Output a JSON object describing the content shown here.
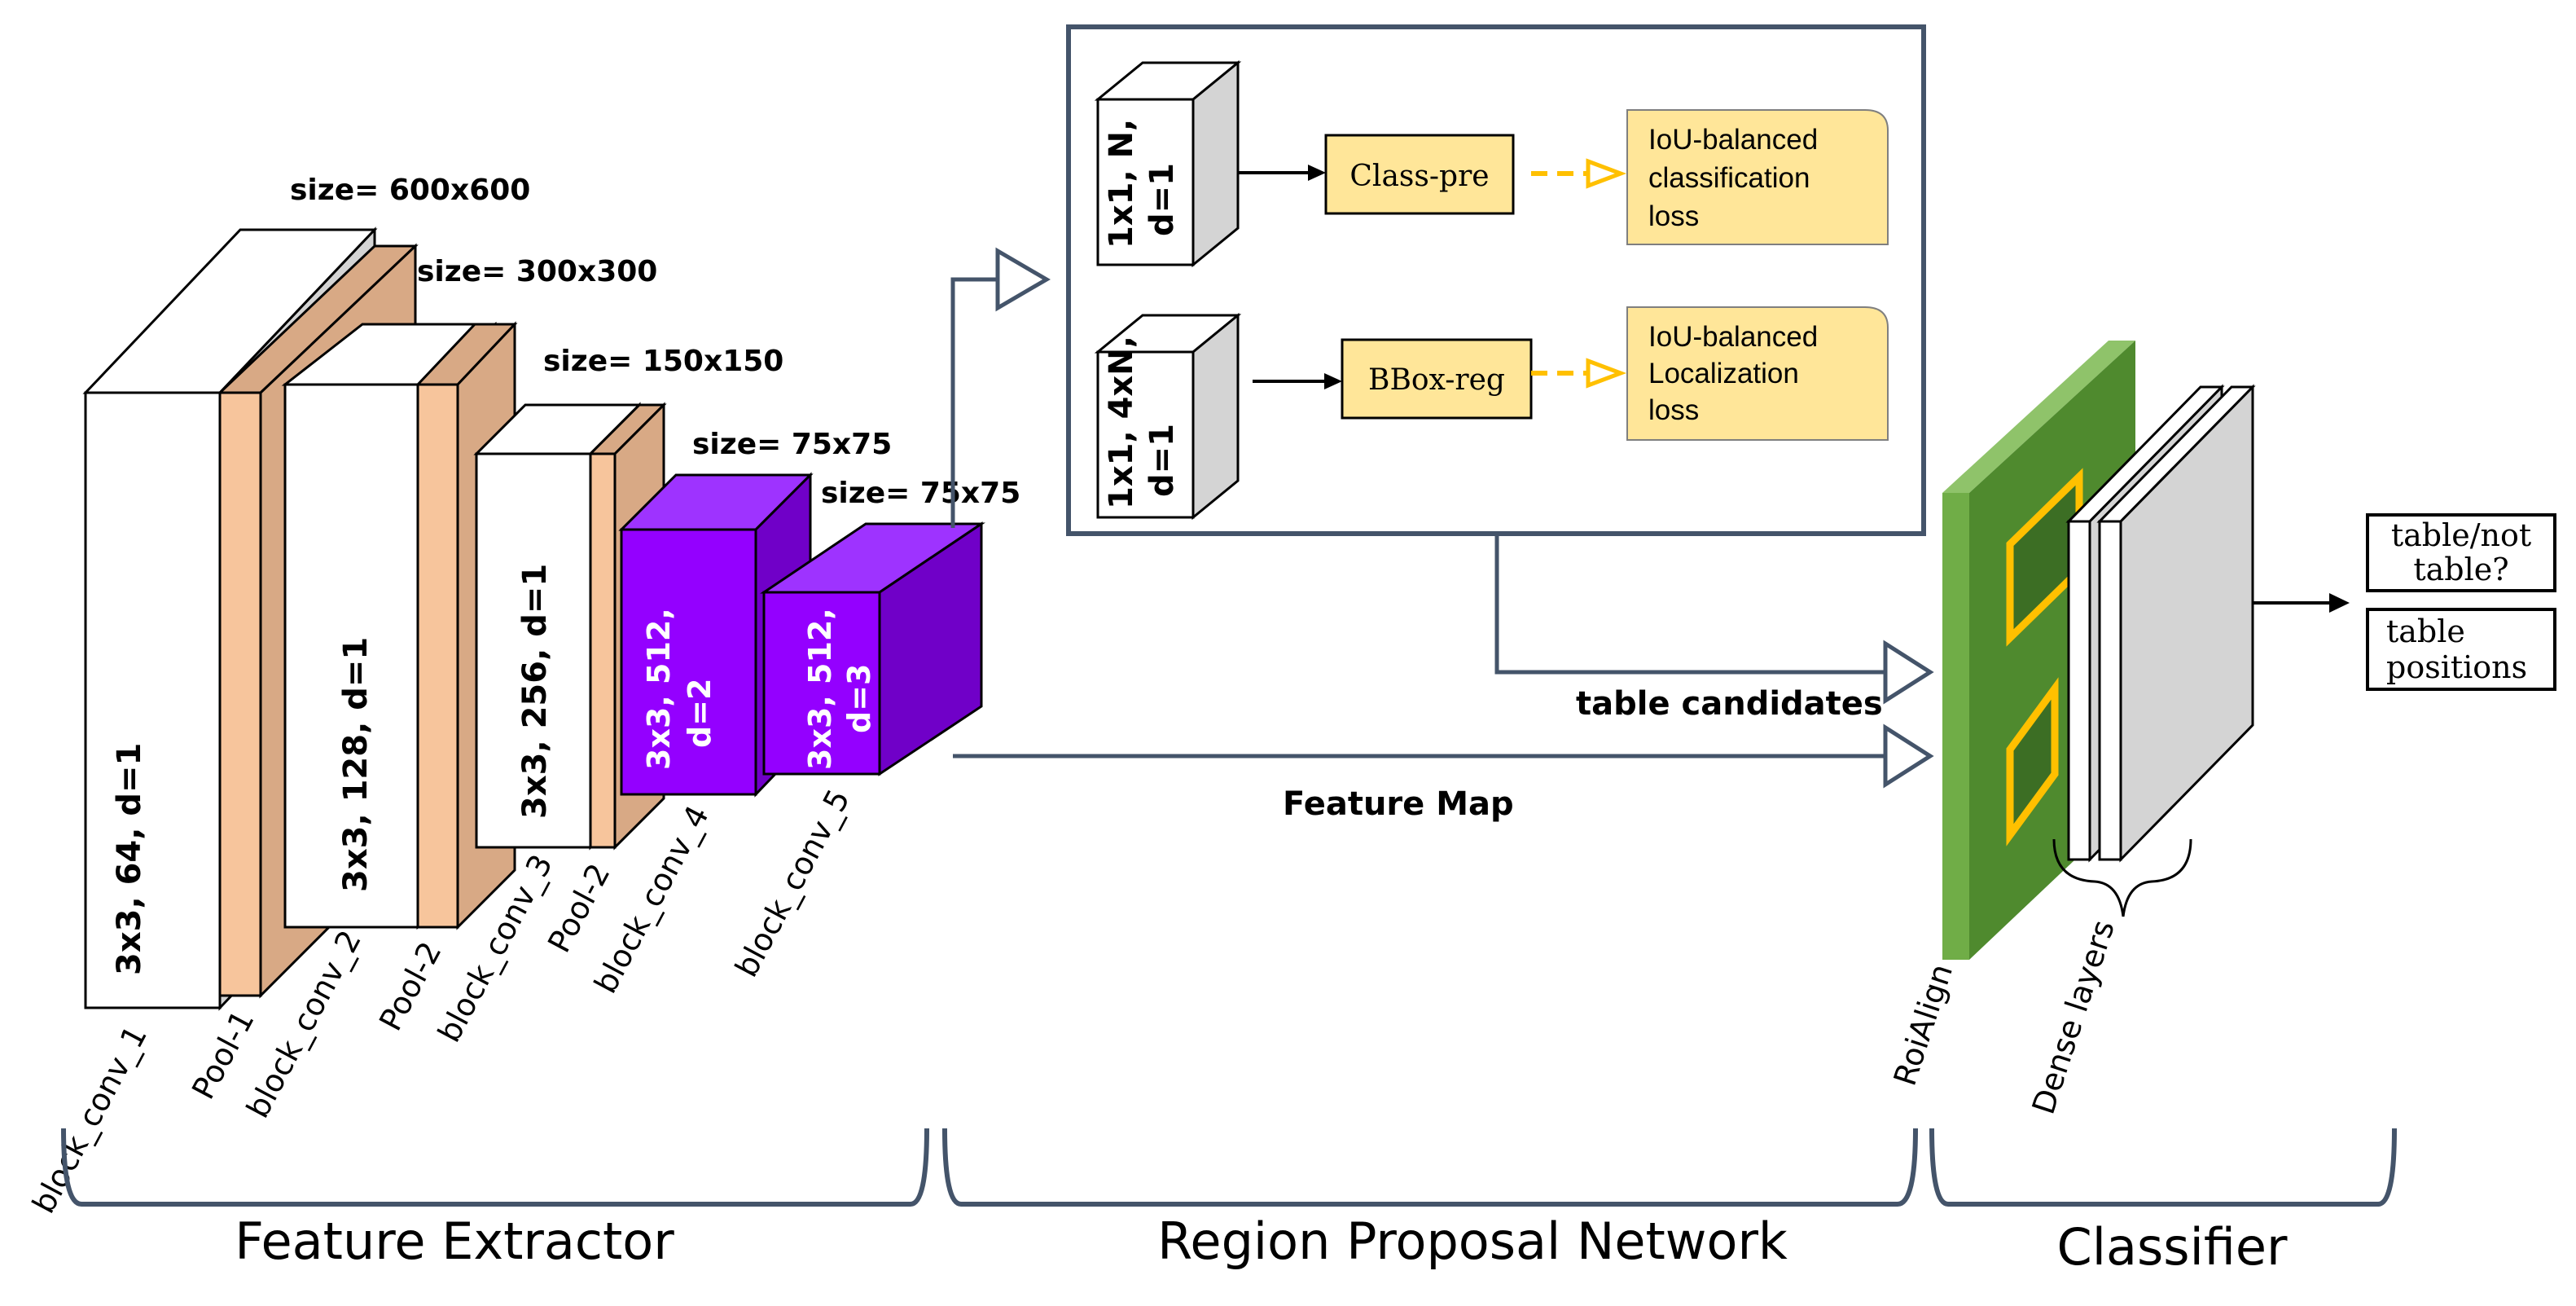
{
  "sections": {
    "feature_extractor": "Feature Extractor",
    "rpn": "Region Proposal Network",
    "classifier": "Classifier"
  },
  "sizes": {
    "s600": "size= 600x600",
    "s300": "size= 300x300",
    "s150": "size= 150x150",
    "s75a": "size= 75x75",
    "s75b": "size= 75x75"
  },
  "layers": {
    "conv1_text": "3x3, 64, d=1",
    "conv2_text": "3x3, 128, d=1",
    "conv3_text": "3x3, 256, d=1",
    "conv4_line1": "3x3, 512,",
    "conv4_line2": "d=2",
    "conv5_line1": "3x3, 512,",
    "conv5_line2": "d=3"
  },
  "layer_names": {
    "block_conv_1": "block_conv_1",
    "pool_1": "Pool-1",
    "block_conv_2": "block_conv_2",
    "pool_2a": "Pool-2",
    "block_conv_3": "block_conv_3",
    "pool_2b": "Pool-2",
    "block_conv_4": "block_conv_4",
    "block_conv_5": "block_conv_5",
    "roialign": "RoiAlign",
    "dense_layers": "Dense layers"
  },
  "rpn": {
    "cls_conv_line1": "1x1, N,",
    "cls_conv_line2": "d=1",
    "reg_conv_line1": "1x1, 4xN,",
    "reg_conv_line2": "d=1",
    "class_pre": "Class-pre",
    "bbox_reg": "BBox-reg",
    "cls_loss": [
      "IoU-balanced",
      "classification",
      "loss"
    ],
    "loc_loss": [
      "IoU-balanced",
      "Localization",
      "loss"
    ]
  },
  "connections": {
    "table_candidates": "table candidates",
    "feature_map": "Feature Map"
  },
  "outputs": {
    "out1": [
      "table/not",
      "table?"
    ],
    "out2": [
      "table",
      "positions"
    ]
  },
  "colors": {
    "pool": "#f7c59c",
    "purple": "#9400ff",
    "roialign": "#70ad47",
    "loss_fill": "#ffe699",
    "connector": "#44546a",
    "roi_highlight": "#ffc000"
  }
}
